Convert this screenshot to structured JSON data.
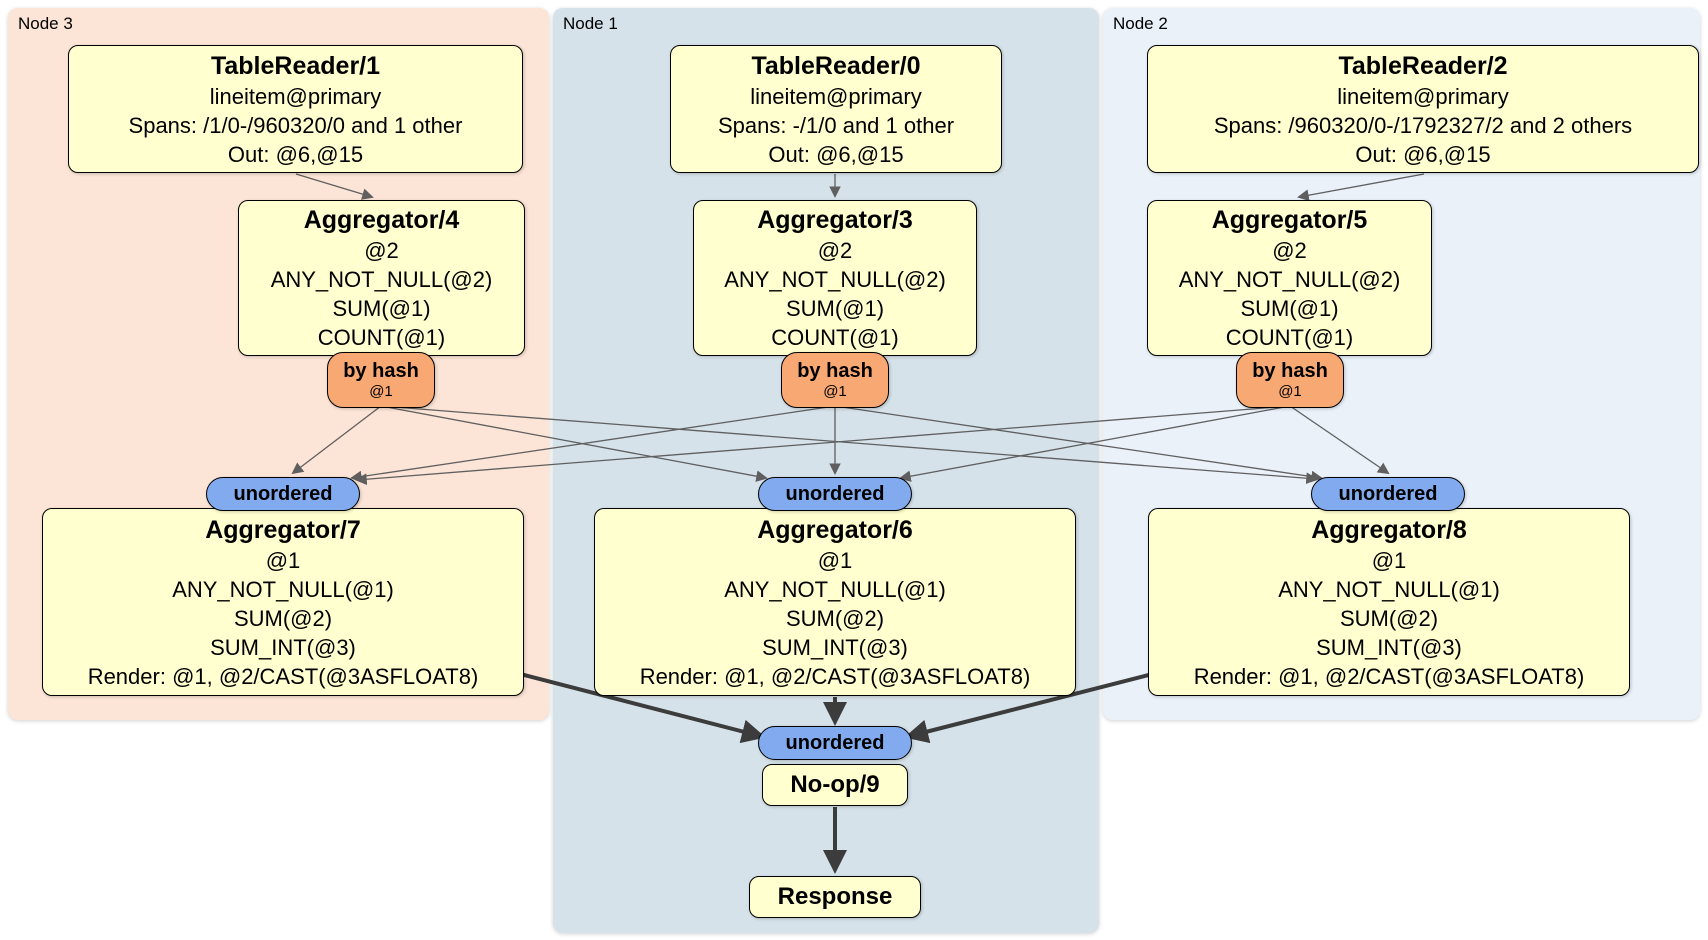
{
  "regions": {
    "node3": {
      "label": "Node 3",
      "color": "#fce4d6"
    },
    "node1": {
      "label": "Node 1",
      "color": "#d6e2e9"
    },
    "node2": {
      "label": "Node 2",
      "color": "#eaf1f9"
    }
  },
  "colors": {
    "box_fill": "#ffffcf",
    "byhash_fill": "#f8a873",
    "unordered_fill": "#82aaee",
    "edge_thin": "#5f5f5f",
    "edge_thick": "#3c3c3c"
  },
  "boxes": {
    "tr1": {
      "title": "TableReader/1",
      "lines": [
        "lineitem@primary",
        "Spans: /1/0-/960320/0 and 1 other",
        "Out: @6,@15"
      ]
    },
    "tr0": {
      "title": "TableReader/0",
      "lines": [
        "lineitem@primary",
        "Spans: -/1/0 and 1 other",
        "Out: @6,@15"
      ]
    },
    "tr2": {
      "title": "TableReader/2",
      "lines": [
        "lineitem@primary",
        "Spans: /960320/0-/1792327/2 and 2 others",
        "Out: @6,@15"
      ]
    },
    "agg4": {
      "title": "Aggregator/4",
      "lines": [
        "@2",
        "ANY_NOT_NULL(@2)",
        "SUM(@1)",
        "COUNT(@1)"
      ]
    },
    "agg3": {
      "title": "Aggregator/3",
      "lines": [
        "@2",
        "ANY_NOT_NULL(@2)",
        "SUM(@1)",
        "COUNT(@1)"
      ]
    },
    "agg5": {
      "title": "Aggregator/5",
      "lines": [
        "@2",
        "ANY_NOT_NULL(@2)",
        "SUM(@1)",
        "COUNT(@1)"
      ]
    },
    "agg7": {
      "title": "Aggregator/7",
      "lines": [
        "@1",
        "ANY_NOT_NULL(@1)",
        "SUM(@2)",
        "SUM_INT(@3)",
        "Render: @1, @2/CAST(@3ASFLOAT8)"
      ]
    },
    "agg6": {
      "title": "Aggregator/6",
      "lines": [
        "@1",
        "ANY_NOT_NULL(@1)",
        "SUM(@2)",
        "SUM_INT(@3)",
        "Render: @1, @2/CAST(@3ASFLOAT8)"
      ]
    },
    "agg8": {
      "title": "Aggregator/8",
      "lines": [
        "@1",
        "ANY_NOT_NULL(@1)",
        "SUM(@2)",
        "SUM_INT(@3)",
        "Render: @1, @2/CAST(@3ASFLOAT8)"
      ]
    },
    "noop": {
      "title": "No-op/9"
    },
    "response": {
      "title": "Response"
    }
  },
  "pills": {
    "byhash": {
      "label": "by hash",
      "sub": "@1"
    },
    "unordered": {
      "label": "unordered"
    }
  }
}
